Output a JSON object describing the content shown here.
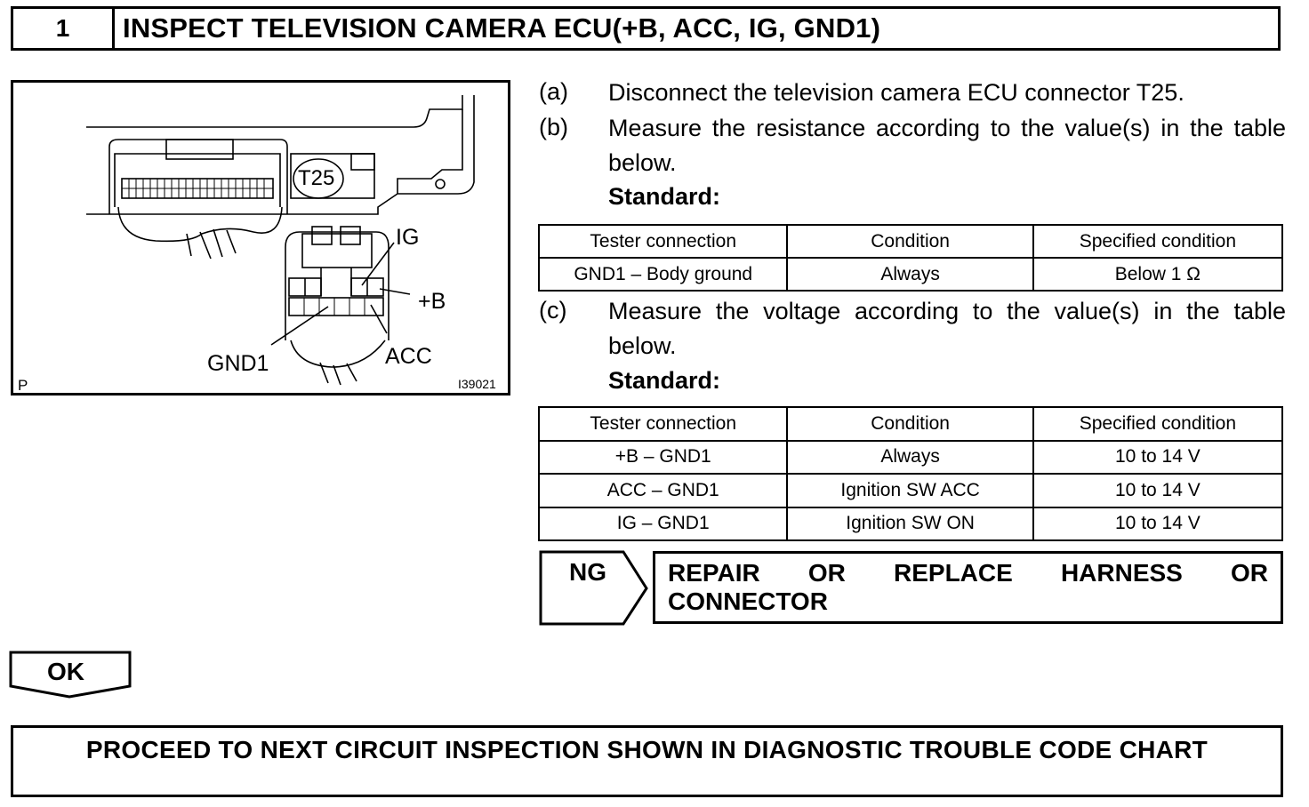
{
  "header": {
    "step_number": "1",
    "title": "INSPECT TELEVISION CAMERA ECU(+B, ACC, IG, GND1)"
  },
  "figure": {
    "connector_label": "T25",
    "terminal_ig": "IG",
    "terminal_b": "+B",
    "terminal_gnd1": "GND1",
    "terminal_acc": "ACC",
    "corner_label": "P",
    "figure_code": "I39021"
  },
  "steps": [
    {
      "label": "(a)",
      "text": "Disconnect the television camera ECU connector T25."
    },
    {
      "label": "(b)",
      "text": "Measure the resistance according to the value(s) in the table below."
    },
    {
      "label": "(c)",
      "text": "Measure the voltage according to the value(s) in the table below."
    }
  ],
  "standard_label": "Standard:",
  "resistance_table": {
    "headers": [
      "Tester connection",
      "Condition",
      "Specified condition"
    ],
    "rows": [
      [
        "GND1 – Body ground",
        "Always",
        "Below 1 Ω"
      ]
    ]
  },
  "voltage_table": {
    "headers": [
      "Tester connection",
      "Condition",
      "Specified condition"
    ],
    "rows": [
      [
        "+B – GND1",
        "Always",
        "10 to 14 V"
      ],
      [
        "ACC – GND1",
        "Ignition SW ACC",
        "10 to 14 V"
      ],
      [
        "IG – GND1",
        "Ignition SW ON",
        "10 to 14 V"
      ]
    ]
  },
  "ng": {
    "label": "NG",
    "action_line1_words": [
      "REPAIR",
      "OR",
      "REPLACE",
      "HARNESS",
      "OR"
    ],
    "action_line2": "CONNECTOR"
  },
  "ok": {
    "label": "OK"
  },
  "proceed": {
    "text": "PROCEED TO NEXT CIRCUIT INSPECTION SHOWN IN DIAGNOSTIC TROUBLE CODE CHART"
  }
}
